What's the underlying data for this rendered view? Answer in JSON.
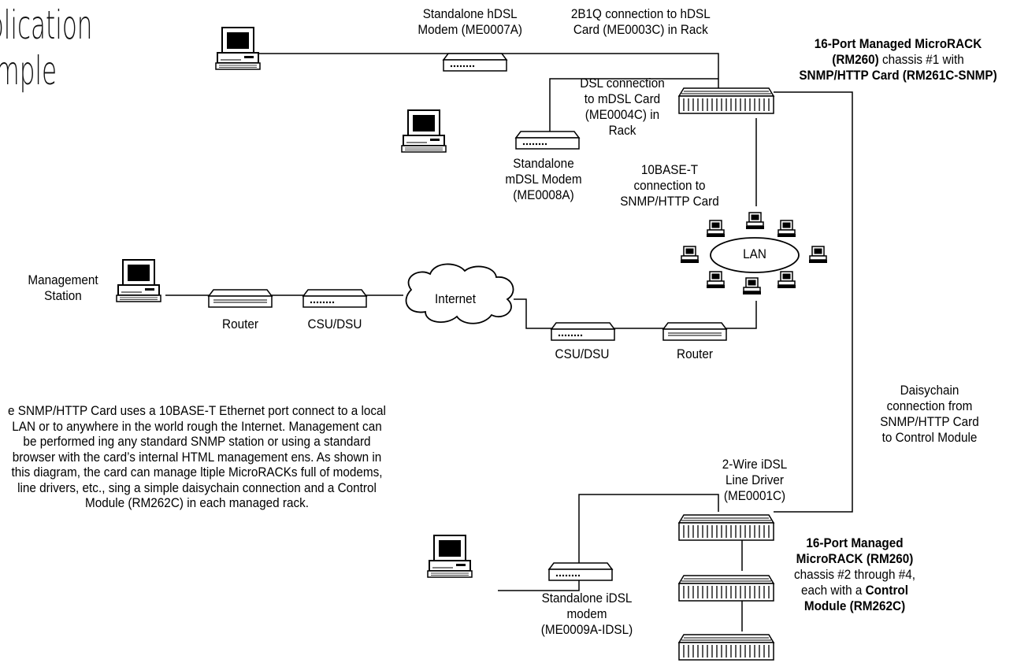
{
  "title": {
    "line1": "plication",
    "line2": "mple"
  },
  "labels": {
    "standalone_hdsl": [
      "Standalone hDSL",
      "Modem (ME0007A)"
    ],
    "conn_2b1q": [
      "2B1Q connection to hDSL",
      "Card (ME0003C) in Rack"
    ],
    "rack1": {
      "l1_bold": "16-Port Managed MicroRACK",
      "l2_bold": "(RM260)",
      "l2_rest": " chassis #1 with",
      "l3_bold": "SNMP/HTTP Card (RM261C-SNMP)"
    },
    "dsl_conn": [
      "DSL connection",
      "to mDSL Card",
      "(ME0004C) in",
      "Rack"
    ],
    "standalone_mdsl": [
      "Standalone",
      "mDSL Modem",
      "(ME0008A)"
    ],
    "tenbase": [
      "10BASE-T",
      "connection to",
      "SNMP/HTTP Card"
    ],
    "lan": "LAN",
    "management_station": [
      "Management",
      "Station"
    ],
    "router_left": "Router",
    "csu_left": "CSU/DSU",
    "internet": "Internet",
    "csu_right": "CSU/DSU",
    "router_right": "Router",
    "daisychain": [
      "Daisychain",
      "connection from",
      "SNMP/HTTP Card",
      "to Control Module"
    ],
    "two_wire": [
      "2-Wire iDSL",
      "Line Driver",
      "(ME0001C)"
    ],
    "rack2": {
      "l1_bold": "16-Port Managed",
      "l2_bold": "MicroRACK (RM260)",
      "l3": "chassis #2 through #4,",
      "l4_rest": "each with a ",
      "l4_bold": "Control",
      "l5_bold": "Module (RM262C)"
    },
    "standalone_idsl": [
      "Standalone iDSL",
      "modem",
      "(ME0009A-IDSL)"
    ]
  },
  "description": "e SNMP/HTTP Card uses a 10BASE-T Ethernet port connect to a local LAN or to anywhere in the world rough the Internet. Management can be performed ing any standard SNMP station or using a standard browser with the card’s internal HTML management ens. As shown in this diagram, the card can manage ltiple MicroRACKs full of modems, line drivers, etc., sing a simple daisychain connection and a Control Module (RM262C) in each managed rack."
}
